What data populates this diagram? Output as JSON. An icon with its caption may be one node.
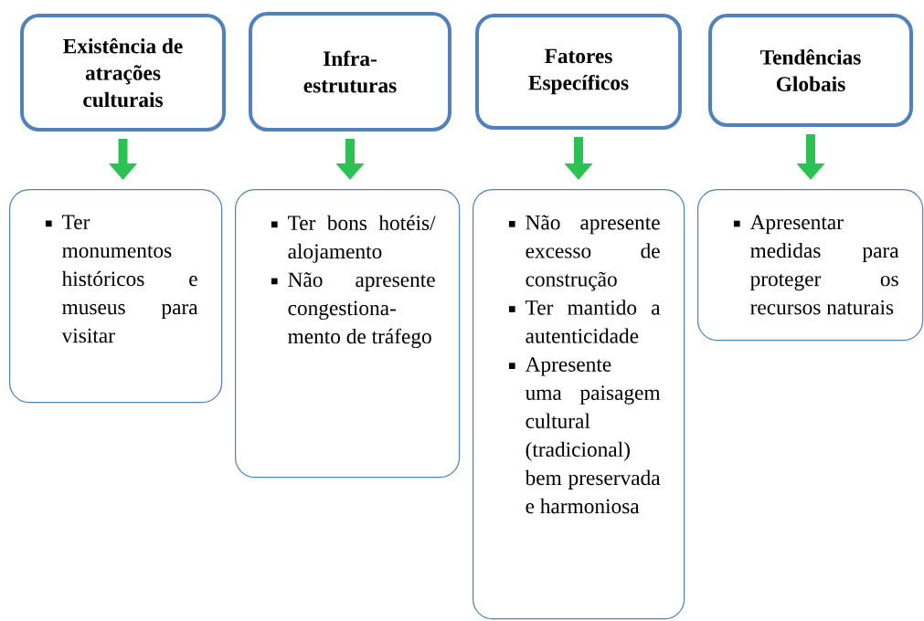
{
  "diagram": {
    "nodes": [
      {
        "text": [
          "Existência de atrações culturais"
        ]
      },
      {
        "text": [
          "Infra-estruturas"
        ]
      },
      {
        "text": [
          "Fatores Específicos"
        ]
      },
      {
        "text": [
          "Tendências Globais"
        ]
      },
      {
        "text": [
          "Ter monumentos históricos e museus para visitar"
        ]
      },
      {
        "text": [
          "Ter bons hotéis/ alojamento",
          "Não apresente congestiona-mento de tráfego"
        ]
      },
      {
        "text": [
          "Não apresente excesso de construção",
          "Ter mantido a autenticidade",
          "Apresente uma paisagem cultural (tradicional) bem preservada e harmoniosa"
        ]
      },
      {
        "text": [
          "Apresentar medidas para proteger os recursos naturais"
        ]
      }
    ],
    "edges": [
      {
        "from": 0,
        "to": 4,
        "arrow": "to"
      },
      {
        "from": 1,
        "to": 5,
        "arrow": "to"
      },
      {
        "from": 2,
        "to": 6,
        "arrow": "to"
      },
      {
        "from": 3,
        "to": 7,
        "arrow": "to"
      }
    ]
  }
}
